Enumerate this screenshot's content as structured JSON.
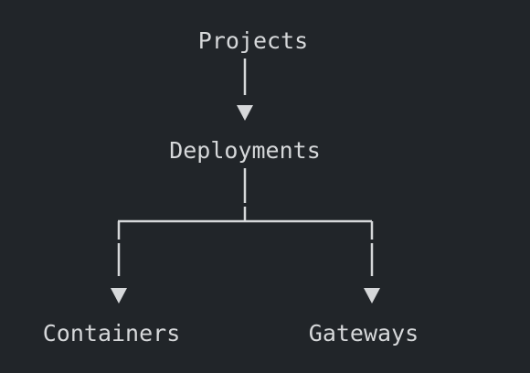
{
  "diagram": {
    "colors": {
      "background": "#212529",
      "foreground": "#d6d8da"
    },
    "nodes": {
      "projects": "Projects",
      "deployments": "Deployments",
      "containers": "Containers",
      "gateways": "Gateways"
    },
    "edges": [
      {
        "from": "projects",
        "to": "deployments"
      },
      {
        "from": "deployments",
        "to": "containers"
      },
      {
        "from": "deployments",
        "to": "gateways"
      }
    ]
  }
}
